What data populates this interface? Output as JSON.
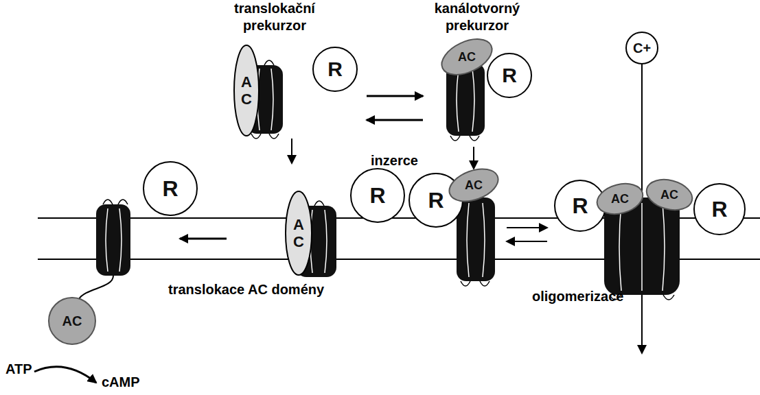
{
  "diagram": {
    "nodes": [
      {
        "text": [
          "translokační prekurzor"
        ]
      },
      {
        "text": [
          "A C"
        ],
        "in": 0
      },
      {
        "text": [
          "R"
        ]
      },
      {
        "text": [
          "kanálotvorný prekurzor"
        ]
      },
      {
        "text": [
          "AC"
        ],
        "in": 3
      },
      {
        "text": [
          "R"
        ]
      },
      {
        "text": [
          "C+"
        ]
      },
      {
        "text": [
          "R"
        ]
      },
      {
        "text": [
          "AC"
        ]
      },
      {
        "text": [
          "A C"
        ]
      },
      {
        "text": [
          "R"
        ]
      },
      {
        "text": [
          "R"
        ]
      },
      {
        "text": [
          "AC"
        ]
      },
      {
        "text": [
          "R"
        ]
      },
      {
        "text": [
          "AC"
        ]
      },
      {
        "text": [
          "AC"
        ]
      },
      {
        "text": [
          "R"
        ]
      }
    ],
    "edges": [
      {
        "from": 0,
        "to": 3,
        "arrow": "to"
      },
      {
        "from": 3,
        "to": 0,
        "arrow": "to"
      }
    ],
    "labels": [
      "inzerce",
      "translokace AC domény",
      "oligomerizace",
      "ATP",
      "cAMP"
    ]
  }
}
